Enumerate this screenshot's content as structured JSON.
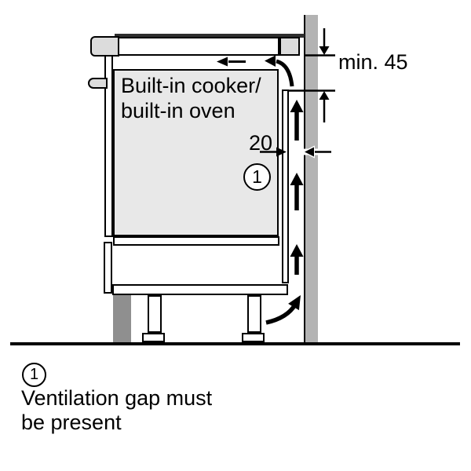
{
  "diagram": {
    "appliance_label_line1": "Built-in cooker/",
    "appliance_label_line2": "built-in oven",
    "clearance_dimension": "min. 45",
    "gap_dimension": "20",
    "callout_number": "1"
  },
  "legend": {
    "marker": "1",
    "line1": "Ventilation gap must",
    "line2": "be present"
  },
  "colors": {
    "background": "#ffffff",
    "wall": "#b3b3b3",
    "plinth": "#8f8f8f",
    "cabinet_fill": "#e8e8e8",
    "trim_fill": "#dcdcdc",
    "hob_surface": "#2e2e2e"
  }
}
